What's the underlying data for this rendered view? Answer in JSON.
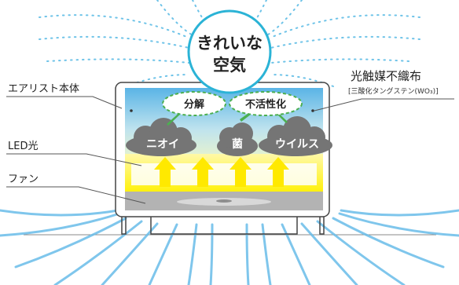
{
  "center": {
    "line1": "きれいな",
    "line2": "空気"
  },
  "labels": {
    "device": "エアリスト本体",
    "led": "LED光",
    "fan": "ファン",
    "catalyst": "光触媒不織布",
    "catalyst_sub": "[三酸化タングステン(WO₃)]"
  },
  "results": {
    "decompose": "分解",
    "inactivate": "不活性化"
  },
  "pollutants": {
    "odor": "ニオイ",
    "bacteria": "菌",
    "virus": "ウイルス"
  },
  "colors": {
    "ring": "#2bb3d6",
    "sky_top": "#5ab4e6",
    "sky_bottom": "#e8f4c4",
    "cloud": "#7a7a7a",
    "oval_border": "#4caf50",
    "oval_arrow": "#4caf50",
    "led_yellow": "#fff000",
    "fan_gray": "#b0b0b0",
    "frame": "#555555",
    "leader": "#555555"
  }
}
